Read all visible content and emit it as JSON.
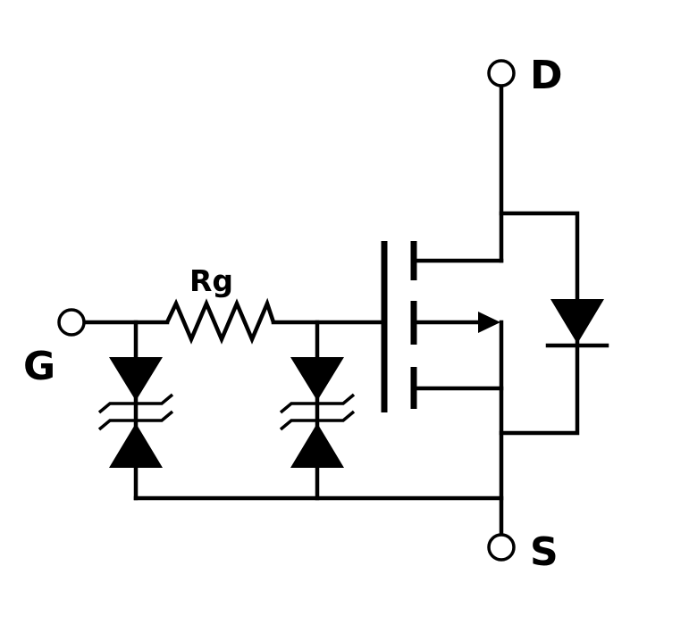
{
  "diagram": {
    "terminals": {
      "drain": "D",
      "gate": "G",
      "source": "S"
    },
    "gate_resistor": "Rg"
  },
  "colors": {
    "stroke": "#000000",
    "background": "#ffffff"
  }
}
